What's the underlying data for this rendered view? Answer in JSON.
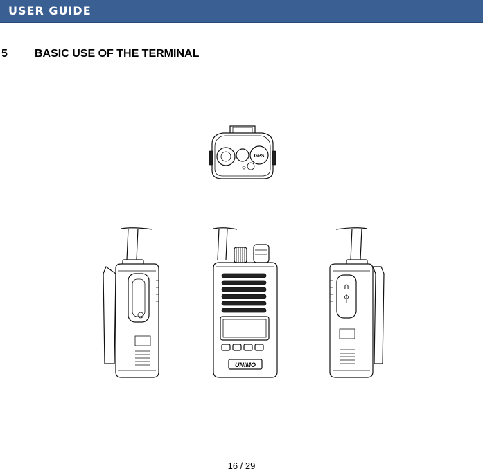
{
  "header": {
    "title": "USER GUIDE",
    "color": "#3a5f93"
  },
  "section": {
    "number": "5",
    "title": "BASIC USE OF THE TERMINAL"
  },
  "figure": {
    "top_view_label": "GPS",
    "front_brand": "UNIMO"
  },
  "footer": {
    "page": "16 / 29"
  }
}
